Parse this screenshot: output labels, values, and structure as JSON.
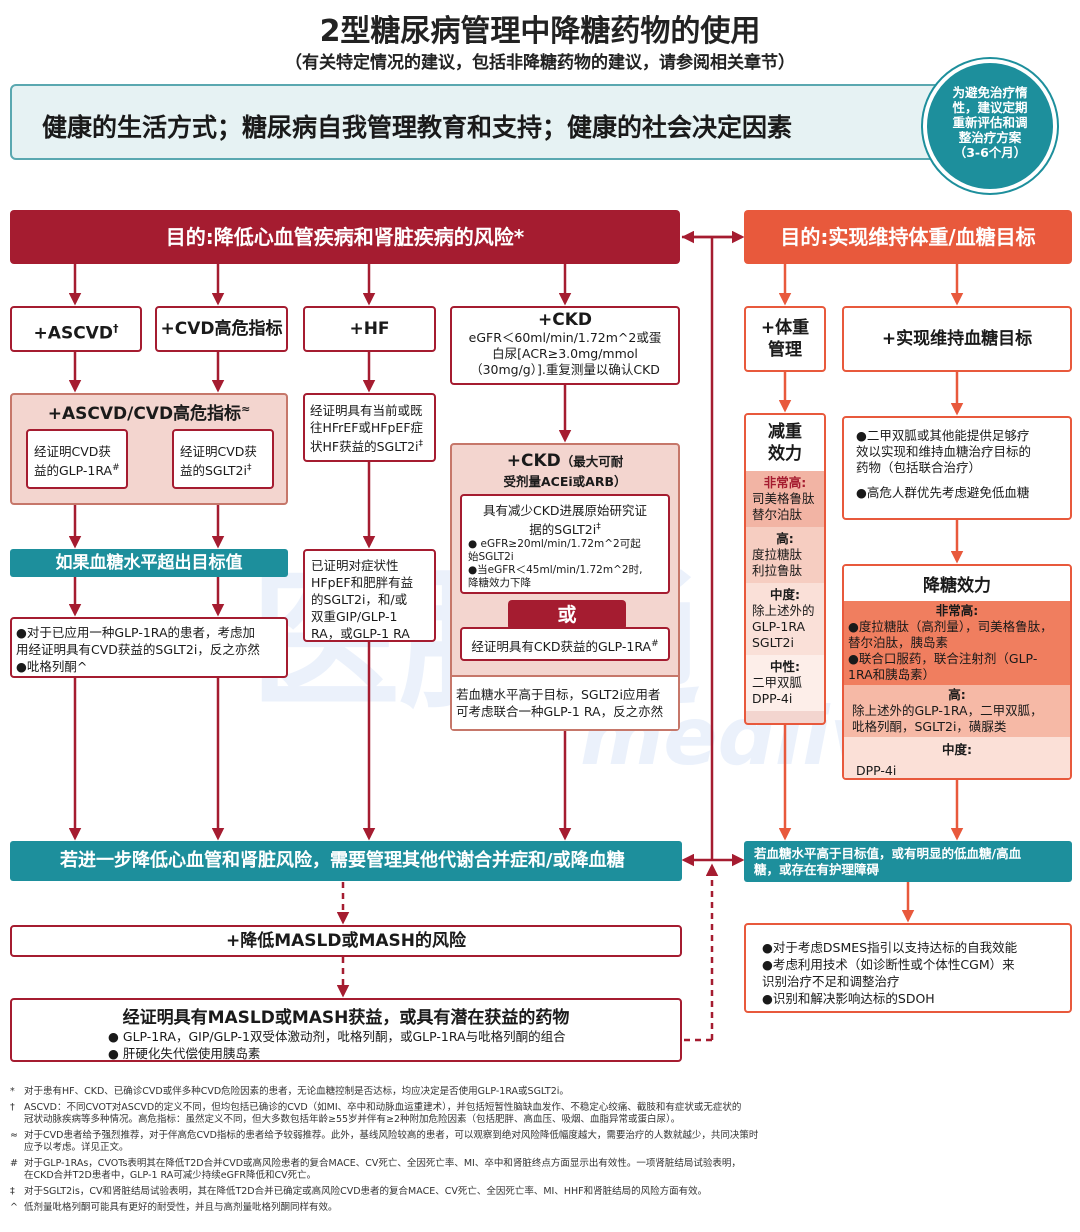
{
  "title": "2型糖尿病管理中降糖药物的使用",
  "subtitle": "（有关特定情况的建议，包括非降糖药物的建议，请参阅相关章节）",
  "lifestyle": "健康的生活方式；糖尿病自我管理教育和支持；健康的社会决定因素",
  "reassess": [
    "为避免治疗惰",
    "性，建议定期",
    "重新评估和调",
    "整治疗方案",
    "（3-6个月）"
  ],
  "left_goal": "目的:降低心血管疾病和肾脏疾病的风险*",
  "right_goal": "目的:实现维持体重/血糖目标",
  "ascvd": {
    "label": "+ASCVD",
    "mark": "†"
  },
  "cvd_high": "+CVD高危指标",
  "hf": "+HF",
  "ckd": {
    "title": "+CKD",
    "desc": [
      "eGFR＜60ml/min/1.72m^2或蛋",
      "白尿[ACR≥3.0mg/mmol",
      "（30mg/g）].重复测量以确认CKD"
    ]
  },
  "combined": {
    "title": "+ASCVD/CVD高危指标",
    "mark": "≈",
    "glp1": [
      "经证明CVD获",
      "益的GLP-1RA"
    ],
    "glp1_mark": "#",
    "sglt2": [
      "经证明CVD获",
      "益的SGLT2i"
    ],
    "sglt2_mark": "‡"
  },
  "hf_detail": [
    "经证明具有当前或既",
    "往HFrEF或HFpEF症",
    "状HF获益的SGLT2i"
  ],
  "hf_mark": "‡",
  "ckd_max": {
    "title": "+CKD",
    "suffix": "（最大可耐",
    "line2": "受剂量ACEi或ARB）"
  },
  "ckd_sglt2": {
    "title": [
      "具有减少CKD进展原始研究证",
      "据的SGLT2i"
    ],
    "mark": "‡",
    "bullets": [
      "eGFR≥20ml/min/1.72m^2可起",
      "始SGLT2i",
      "当eGFR＜45ml/min/1.72m^2时,",
      "降糖效力下降"
    ]
  },
  "or_label": "或",
  "ckd_glp1": "经证明具有CKD获益的GLP-1RA",
  "ckd_glp1_mark": "#",
  "ckd_combo": [
    "若血糖水平高于目标，SGLT2i应用者",
    "可考虑联合一种GLP-1 RA，反之亦然"
  ],
  "if_glucose": "如果血糖水平超出目标值",
  "if_glucose_detail": [
    "●对于已应用一种GLP-1RA的患者，考虑加",
    "用经证明具有CVD获益的SGLT2i，反之亦然",
    "●吡格列酮^"
  ],
  "hfpef": [
    "已证明对症状性",
    "HFpEF和肥胖有益",
    "的SGLT2i，和/或",
    "双重GIP/GLP-1",
    "RA，或GLP-1 RA"
  ],
  "weight_mgmt": [
    "+体重",
    "管理"
  ],
  "glycemic_target": "+实现维持血糖目标",
  "weight_efficacy": {
    "title": [
      "减重",
      "效力"
    ],
    "tiers": [
      {
        "level": "非常高:",
        "drugs": [
          "司美格鲁肽",
          "替尔泊肽"
        ]
      },
      {
        "level": "高:",
        "drugs": [
          "度拉糖肽",
          "利拉鲁肽"
        ]
      },
      {
        "level": "中度:",
        "drugs": [
          "除上述外的",
          "GLP-1RA",
          "SGLT2i"
        ]
      },
      {
        "level": "中性:",
        "drugs": [
          "二甲双胍",
          "DPP-4i"
        ]
      }
    ]
  },
  "metformin": [
    "●二甲双胍或其他能提供足够疗",
    "效以实现和维持血糖治疗目标的",
    "药物（包括联合治疗）",
    "●高危人群优先考虑避免低血糖"
  ],
  "glucose_efficacy": {
    "title": "降糖效力",
    "very_high_label": "非常高:",
    "very_high": [
      "●度拉糖肽（高剂量），司美格鲁肽，",
      "替尔泊肽，胰岛素",
      "●联合口服药，联合注射剂（GLP-",
      "1RA和胰岛素）"
    ],
    "high_label": "高:",
    "high": [
      "除上述外的GLP-1RA，二甲双胍，",
      "吡格列酮，SGLT2i，磺脲类"
    ],
    "moderate_label": "中度:",
    "moderate": "DPP-4i"
  },
  "further": "若进一步降低心血管和肾脏风险，需要管理其他代谢合并症和/或降血糖",
  "above_target": [
    "若血糖水平高于目标值，或有明显的低血糖/高血",
    "糖，或存在有护理障碍"
  ],
  "dsmes": [
    "●对于考虑DSMES指引以支持达标的自我效能",
    "●考虑利用技术（如诊断性或个体性CGM）来",
    "识别治疗不足和调整治疗",
    "●识别和解决影响达标的SDOH"
  ],
  "masld": "+降低MASLD或MASH的风险",
  "masld_drugs": {
    "title": "经证明具有MASLD或MASH获益，或具有潜在获益的药物",
    "items": [
      "● GLP-1RA，GIP/GLP-1双受体激动剂，吡格列酮，或GLP-1RA与吡格列酮的组合",
      "● 肝硬化失代偿使用胰岛素"
    ]
  },
  "watermark": [
    "医脉通",
    "medlive.cn"
  ],
  "footnotes": [
    {
      "mark": "*",
      "text": "对于患有HF、CKD、已确诊CVD或伴多种CVD危险因素的患者，无论血糖控制是否达标，均应决定是否使用GLP-1RA或SGLT2i。"
    },
    {
      "mark": "†",
      "text": "ASCVD：不同CVOT对ASCVD的定义不同，但均包括已确诊的CVD（如MI、卒中和动脉血运重建术），并包括短暂性脑缺血发作、不稳定心绞痛、截肢和有症状或无症状的冠状动脉疾病等多种情况。高危指标：虽然定义不同，但大多数包括年龄≥55岁并伴有≥2种附加危险因素（包括肥胖、高血压、吸烟、血脂异常或蛋白尿）。"
    },
    {
      "mark": "≈",
      "text": "对于CVD患者给予强烈推荐，对于伴高危CVD指标的患者给予较弱推荐。此外，基线风险较高的患者，可以观察到绝对风险降低幅度越大，需要治疗的人数就越少，共同决策时应予以考虑。详见正文。"
    },
    {
      "mark": "#",
      "text": "对于GLP-1RAs，CVOTs表明其在降低T2D合并CVD或高风险患者的复合MACE、CV死亡、全因死亡率、MI、卒中和肾脏终点方面显示出有效性。一项肾脏结局试验表明，在CKD合并T2D患者中，GLP-1 RA可减少持续eGFR降低和CV死亡。"
    },
    {
      "mark": "‡",
      "text": "对于SGLT2is，CV和肾脏结局试验表明，其在降低T2D合并已确定或高风险CVD患者的复合MACE、CV死亡、全因死亡率、MI、HHF和肾脏结局的风险方面有效。"
    },
    {
      "mark": "^",
      "text": "低剂量吡格列酮可能具有更好的耐受性，并且与高剂量吡格列酮同样有效。"
    }
  ]
}
